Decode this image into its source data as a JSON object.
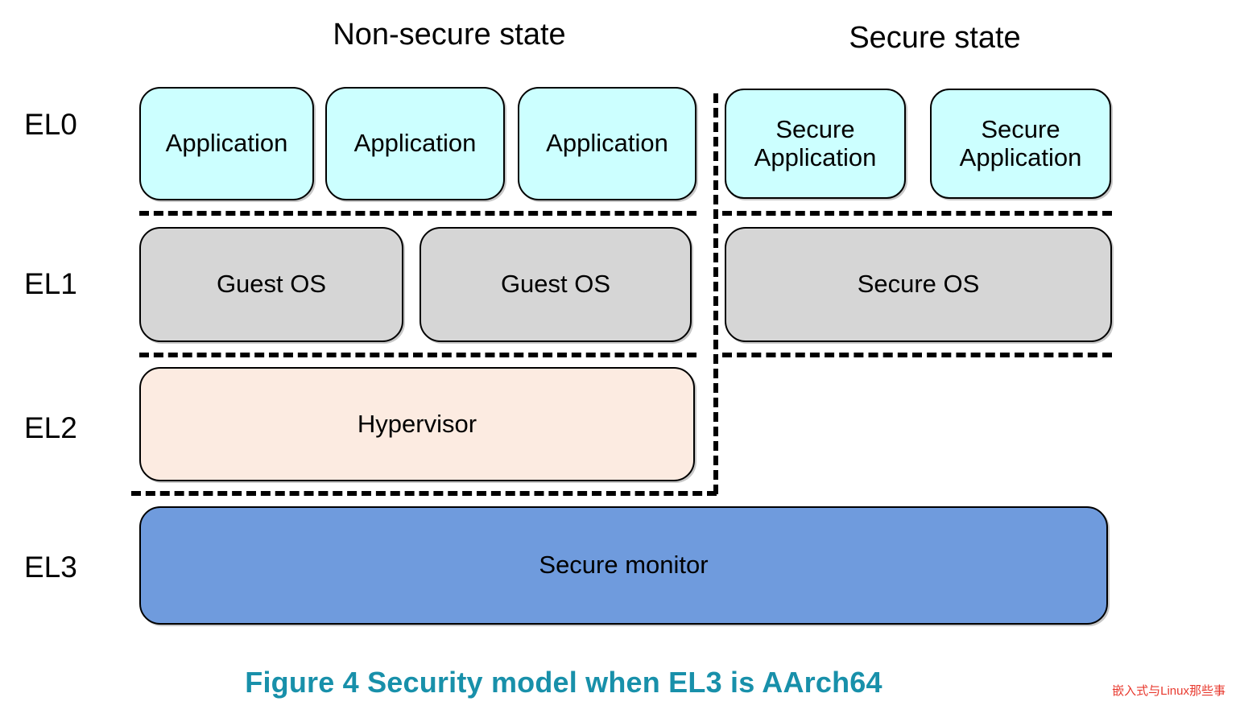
{
  "figure": {
    "caption": "Figure 4 Security model when EL3 is AArch64",
    "watermark": "嵌入式与Linux那些事",
    "caption_color": "#1890AA",
    "watermark_color": "#E8392E"
  },
  "headings": {
    "non_secure": "Non-secure state",
    "secure": "Secure state"
  },
  "exception_levels": [
    {
      "id": "EL0",
      "label": "EL0"
    },
    {
      "id": "EL1",
      "label": "EL1"
    },
    {
      "id": "EL2",
      "label": "EL2"
    },
    {
      "id": "EL3",
      "label": "EL3"
    }
  ],
  "colors": {
    "application": "#CCFFFF",
    "operating_system": "#D6D6D6",
    "hypervisor": "#FCEBE1",
    "secure_monitor": "#6F9BDD",
    "outline": "#000000",
    "background": "#FFFFFF"
  },
  "nodes": {
    "el0": {
      "non_secure": [
        {
          "label": "Application"
        },
        {
          "label": "Application"
        },
        {
          "label": "Application"
        }
      ],
      "secure": [
        {
          "label": "Secure\nApplication"
        },
        {
          "label": "Secure\nApplication"
        }
      ]
    },
    "el1": {
      "non_secure": [
        {
          "label": "Guest OS"
        },
        {
          "label": "Guest OS"
        }
      ],
      "secure": [
        {
          "label": "Secure OS"
        }
      ]
    },
    "el2": {
      "non_secure": [
        {
          "label": "Hypervisor"
        }
      ],
      "secure": []
    },
    "el3": {
      "spans_both": [
        {
          "label": "Secure monitor"
        }
      ]
    }
  }
}
